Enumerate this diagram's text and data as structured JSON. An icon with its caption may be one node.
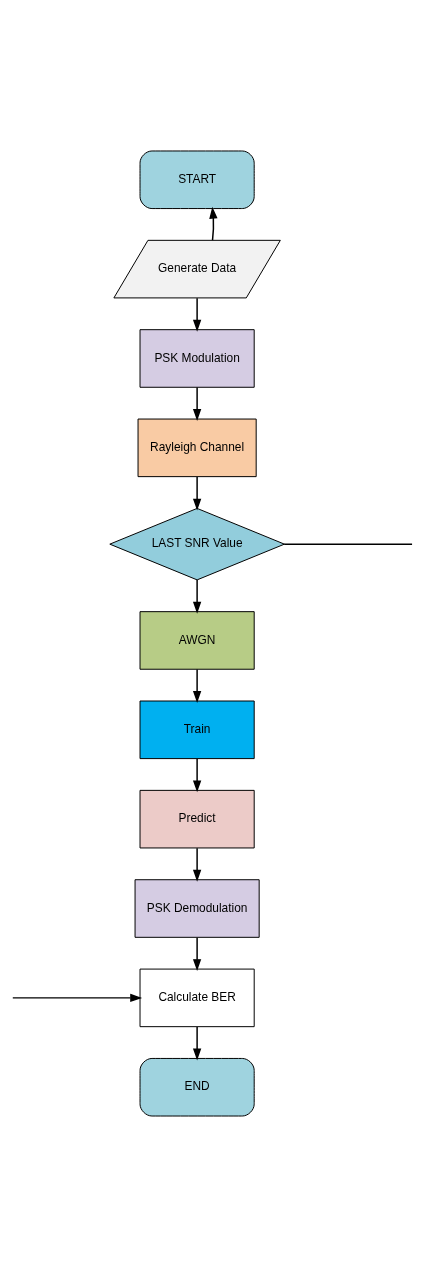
{
  "diagram": {
    "nodes": [
      {
        "text": [
          "START"
        ]
      },
      {
        "text": [
          "Generate Data"
        ]
      },
      {
        "text": [
          "PSK Modulation"
        ]
      },
      {
        "text": [
          "Rayleigh Channel"
        ]
      },
      {
        "text": [
          "LAST SNR Value"
        ]
      },
      {
        "text": [
          "AWGN"
        ]
      },
      {
        "text": [
          "Train"
        ]
      },
      {
        "text": [
          "Predict"
        ]
      },
      {
        "text": [
          "PSK Demodulation"
        ]
      },
      {
        "text": [
          "Calculate BER"
        ]
      },
      {
        "text": [
          "END"
        ]
      }
    ],
    "edges": [
      {
        "from": 1,
        "to": 0,
        "arrow": "to"
      },
      {
        "from": 1,
        "to": 2,
        "arrow": "to"
      },
      {
        "from": 2,
        "to": 3,
        "arrow": "to"
      },
      {
        "from": 3,
        "to": 4,
        "arrow": "to"
      },
      {
        "from": 4,
        "to": 5,
        "arrow": "to"
      },
      {
        "from": 5,
        "to": 6,
        "arrow": "to"
      },
      {
        "from": 6,
        "to": 7,
        "arrow": "to"
      },
      {
        "from": 7,
        "to": 8,
        "arrow": "to"
      },
      {
        "from": 8,
        "to": 9,
        "arrow": "to"
      },
      {
        "from": 9,
        "to": 10,
        "arrow": "to"
      },
      {
        "from": 4,
        "to": null,
        "arrow": "none"
      },
      {
        "from": null,
        "to": 9,
        "arrow": "to"
      }
    ]
  }
}
